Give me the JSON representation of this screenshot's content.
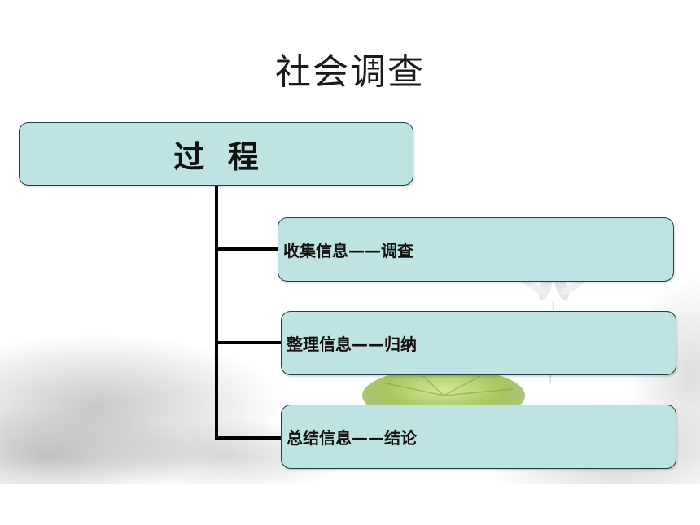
{
  "slide": {
    "title": "社会调查"
  },
  "diagram": {
    "root": {
      "label": "过 程"
    },
    "children": [
      {
        "label": "收集信息——调查"
      },
      {
        "label": "整理信息——归纳"
      },
      {
        "label": "总结信息——结论"
      }
    ]
  },
  "colors": {
    "box_fill": "#bfe3e2",
    "box_border": "#1d3f4a",
    "connector": "#000000",
    "leaf_green": "#a6c95a"
  }
}
